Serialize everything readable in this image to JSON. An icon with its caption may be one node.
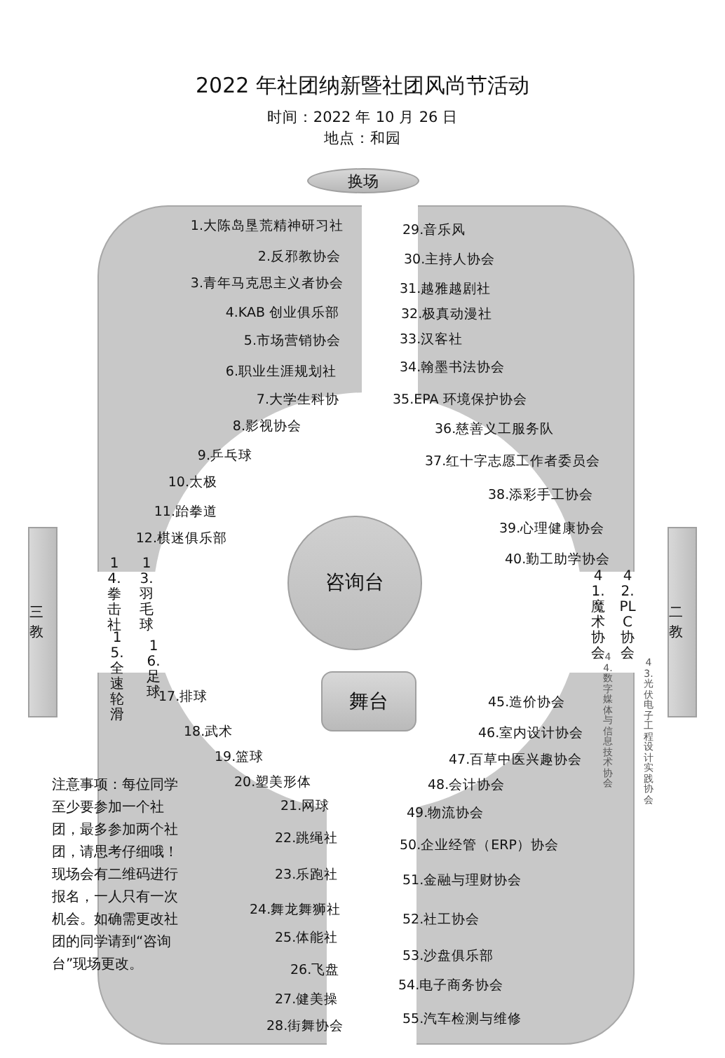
{
  "diagram": {
    "title": "2022 年社团纳新暨社团风尚节活动",
    "nodes": [
      {
        "text": [
          "换场"
        ]
      },
      {
        "text": [
          "咨询台"
        ]
      },
      {
        "text": [
          "舞台"
        ]
      },
      {
        "text": [
          "三教"
        ]
      },
      {
        "text": [
          "二教"
        ]
      }
    ],
    "labels": [
      "时间：2022 年 10 月 26 日",
      "地点：和园",
      "1.大陈岛垦荒精神研习社",
      "2.反邪教协会",
      "3.青年马克思主义者协会",
      "4.KAB 创业俱乐部",
      "5.市场营销协会",
      "6.职业生涯规划社",
      "7.大学生科协",
      "8.影视协会",
      "9.乒乓球",
      "10.太极",
      "11.跆拳道",
      "12.棋迷俱乐部",
      "13.羽毛球",
      "14.拳击社",
      "15.全速轮滑",
      "16.足球",
      "17.排球",
      "18.武术",
      "19.篮球",
      "20.塑美形体",
      "21.网球",
      "22.跳绳社",
      "23.乐跑社",
      "24.舞龙舞狮社",
      "25.体能社",
      "26.飞盘",
      "27.健美操",
      "28.街舞协会",
      "29.音乐风",
      "30.主持人协会",
      "31.越雅越剧社",
      "32.极真动漫社",
      "33.汉客社",
      "34.翰墨书法协会",
      "35.EPA 环境保护协会",
      "36.慈善义工服务队",
      "37.红十字志愿工作者委员会",
      "38.添彩手工协会",
      "39.心理健康协会",
      "40.勤工助学协会",
      "41.魔术协会",
      "42.PLC 协会",
      "43.光伏电子工程设计实践协会",
      "44.数字媒体与信息技术协会",
      "45.造价协会",
      "46.室内设计协会",
      "47.百草中医兴趣协会",
      "48.会计协会",
      "49.物流协会",
      "50.企业经管（ERP）协会",
      "51.金融与理财协会",
      "52.社工协会",
      "53.沙盘俱乐部",
      "54.电子商务协会",
      "55.汽车检测与维修",
      "注意事项：每位同学至少要参加一个社团，最多参加两个社团，请思考仔细哦！现场会有二维码进行报名，一人只有一次机会。如确需更改社团的同学请到“咨询台”现场更改。"
    ]
  }
}
